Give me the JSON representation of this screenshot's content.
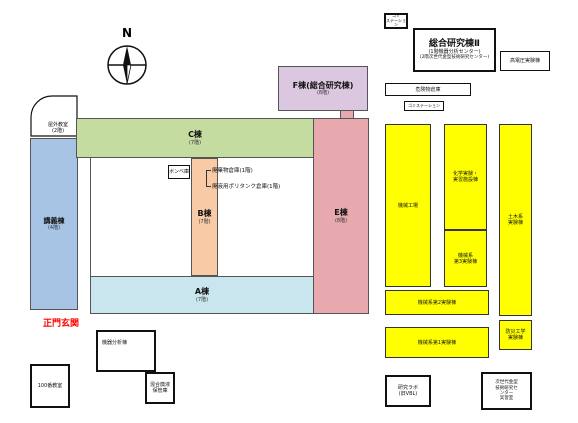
{
  "compass": {
    "letter": "N"
  },
  "entrance": {
    "label": "正門玄関"
  },
  "buildings": {
    "c": {
      "name": "C棟",
      "floors": "(7階)"
    },
    "a": {
      "name": "A棟",
      "floors": "(7階)"
    },
    "b": {
      "name": "B棟",
      "floors": "(7階)"
    },
    "e": {
      "name": "E棟",
      "floors": "(8階)"
    },
    "f": {
      "name": "F棟(総合研究棟)",
      "floors": "(8階)"
    },
    "lecture": {
      "name": "講義棟",
      "floors": "(4階)"
    },
    "round": {
      "name": "屋外教室",
      "floors": "(2階)"
    },
    "hall100": {
      "name": "100番教室"
    },
    "analysis": {
      "name": "機器分析棟"
    },
    "storage": {
      "name": "混合廃液\n保管庫"
    },
    "sogo2": {
      "name": "総合研究棟Ⅱ",
      "note1": "(1階機器分析センター)",
      "note2": "(2階次世代金型技術研究センター)"
    },
    "station_small": {
      "name": "ゴミ\nステーション"
    },
    "high_pressure": {
      "name": "高電圧実験棟"
    },
    "hazard": {
      "name": "危険物倉庫"
    },
    "gomi_station": {
      "name": "ゴミステーション"
    },
    "kikai_kojo": {
      "name": "機械工場"
    },
    "chem_lab": {
      "name": "化学実験・\n実習施設棟"
    },
    "kikai3": {
      "name": "機械系\n第3実験棟"
    },
    "civil": {
      "name": "土木系\n実験棟"
    },
    "kikai2": {
      "name": "機械系第2実験棟"
    },
    "kikai1": {
      "name": "機械系第1実験棟"
    },
    "bosai": {
      "name": "防災工学\n実験棟"
    },
    "lab_vbl": {
      "name": "研究ラボ\n(旧VBL)"
    },
    "next_gen": {
      "name": "次世代金型\n技術研究セ\nンター\n実習室"
    },
    "bombe": {
      "name": "ボンベ庫"
    }
  },
  "annotations": {
    "waste_storage": "廃棄物倉庫(1階)",
    "polytank_storage": "廃液用ポリタンク倉庫(1階)"
  },
  "colors": {
    "c_block": "#c5dca0",
    "a_block": "#c9e6ee",
    "b_block": "#f8cba6",
    "e_block": "#e8a9ae",
    "f_block": "#dcc7e0",
    "lecture_block": "#a8c4e4",
    "yellow": "#ffff00",
    "entrance_red": "#ff0000"
  }
}
